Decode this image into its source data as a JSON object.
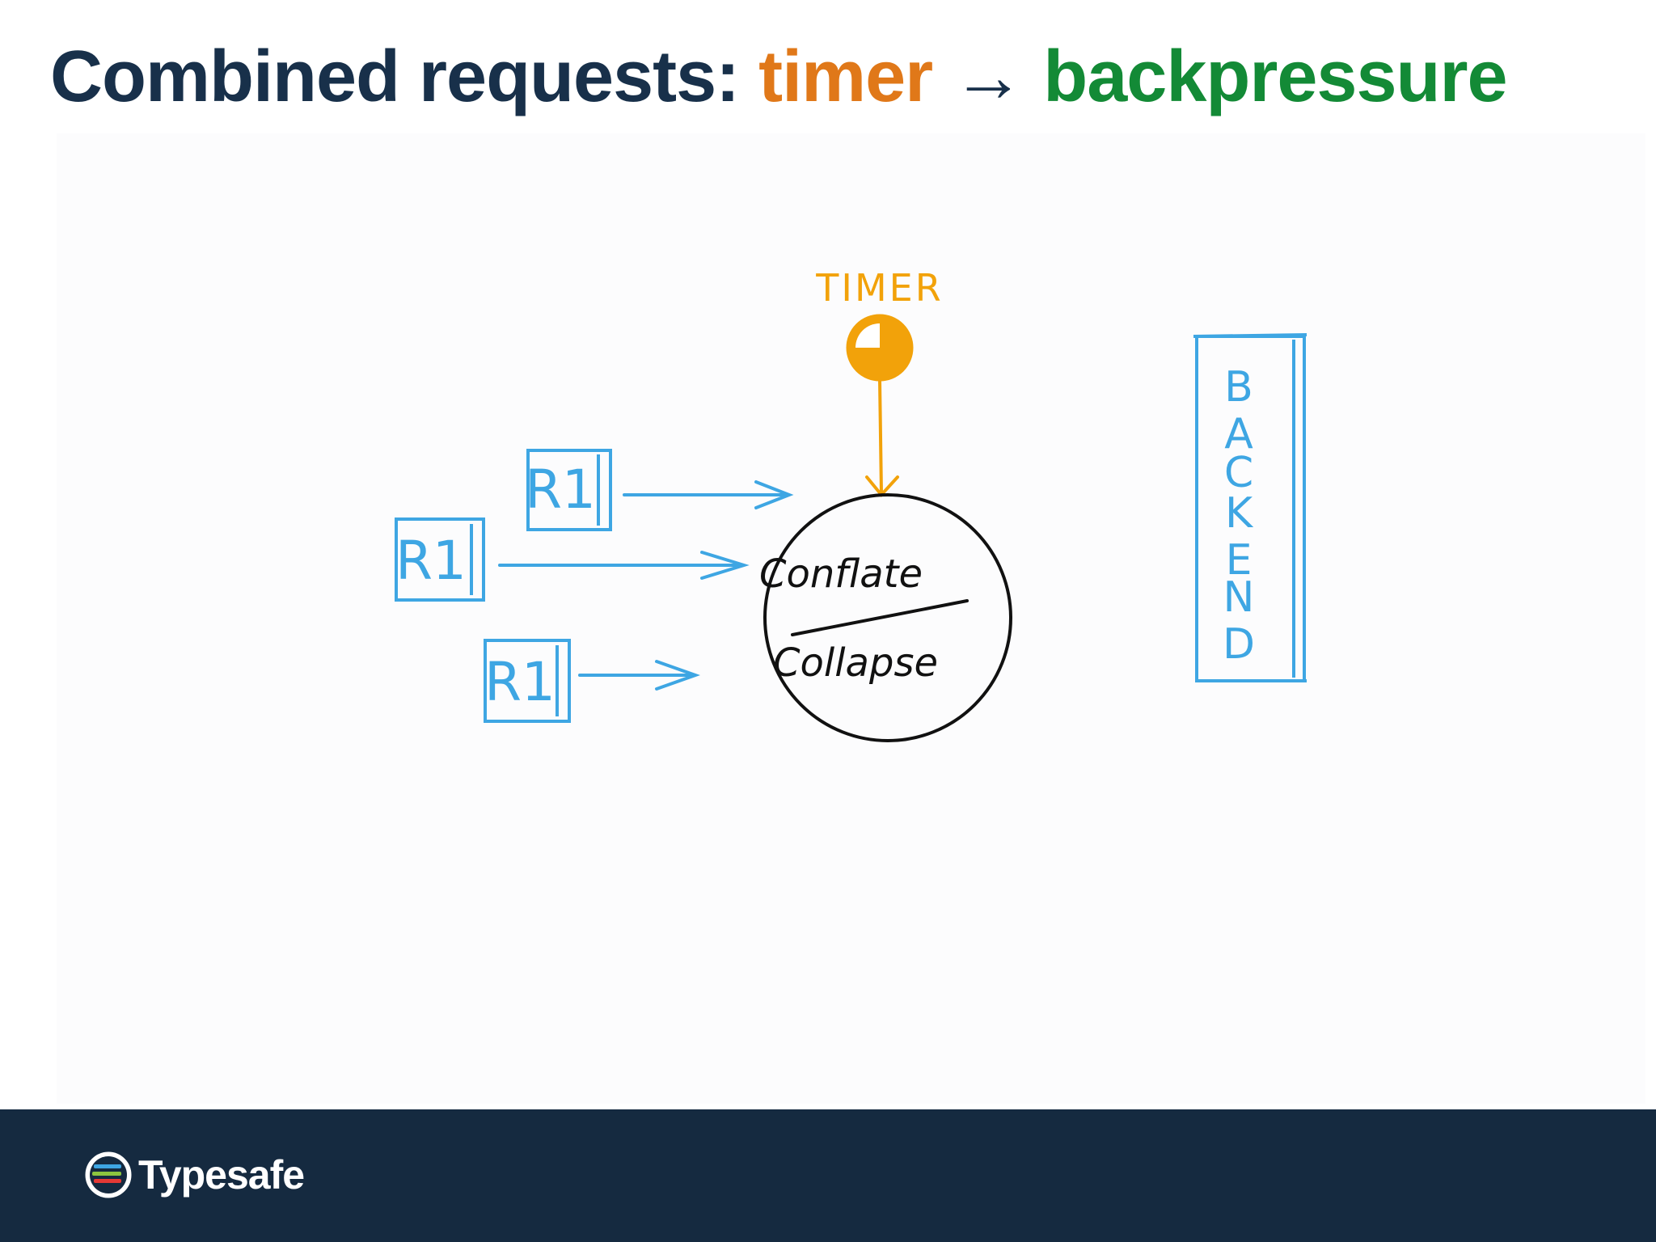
{
  "title": {
    "prefix": "Combined requests: ",
    "timer_word": "timer",
    "arrow": "→",
    "backpressure_word": "backpressure"
  },
  "diagram": {
    "timer_label": "TIMER",
    "requests": [
      "R1",
      "R1",
      "R1"
    ],
    "conflate_label": "Conflate",
    "collapse_label": "Collapse",
    "backend_letters": [
      "B",
      "A",
      "C",
      "K",
      "E",
      "N",
      "D"
    ]
  },
  "footer": {
    "brand": "Typesafe"
  },
  "colors": {
    "title": "#18304a",
    "timer": "#e07819",
    "backpressure": "#138a36",
    "sketch_blue": "#3ea6e3",
    "timer_orange": "#f2a20a",
    "footer_bg": "#152a40"
  }
}
